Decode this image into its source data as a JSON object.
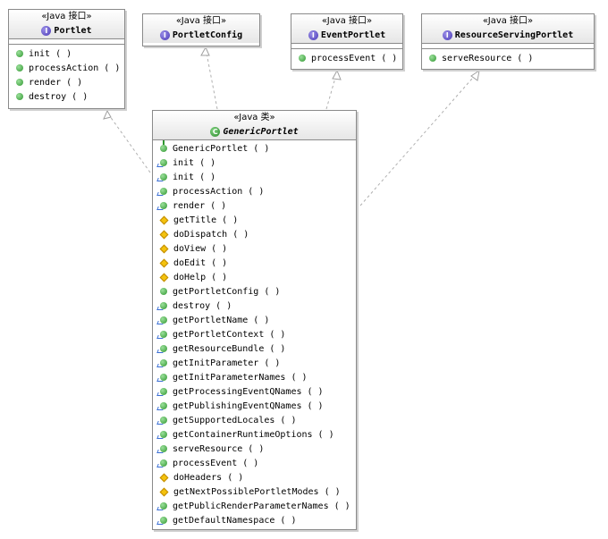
{
  "interfaces": [
    {
      "id": "portlet",
      "stereotype": "«Java 接口»",
      "name": "Portlet",
      "methods": [
        {
          "label": "init ( )",
          "vis": "public"
        },
        {
          "label": "processAction ( )",
          "vis": "public"
        },
        {
          "label": "render ( )",
          "vis": "public"
        },
        {
          "label": "destroy ( )",
          "vis": "public"
        }
      ]
    },
    {
      "id": "portletconfig",
      "stereotype": "«Java 接口»",
      "name": "PortletConfig",
      "methods": []
    },
    {
      "id": "eventportlet",
      "stereotype": "«Java 接口»",
      "name": "EventPortlet",
      "methods": [
        {
          "label": "processEvent ( )",
          "vis": "public"
        }
      ]
    },
    {
      "id": "resourceserving",
      "stereotype": "«Java 接口»",
      "name": "ResourceServingPortlet",
      "methods": [
        {
          "label": "serveResource ( )",
          "vis": "public"
        }
      ]
    }
  ],
  "main_class": {
    "stereotype": "«Java 类»",
    "name": "GenericPortlet",
    "methods": [
      {
        "label": "GenericPortlet ( )",
        "vis": "public",
        "ctor": true
      },
      {
        "label": "init ( )",
        "vis": "public",
        "override": true
      },
      {
        "label": "init ( )",
        "vis": "public",
        "override": true
      },
      {
        "label": "processAction ( )",
        "vis": "public",
        "override": true
      },
      {
        "label": "render ( )",
        "vis": "public",
        "override": true
      },
      {
        "label": "getTitle ( )",
        "vis": "protected"
      },
      {
        "label": "doDispatch ( )",
        "vis": "protected"
      },
      {
        "label": "doView ( )",
        "vis": "protected"
      },
      {
        "label": "doEdit ( )",
        "vis": "protected"
      },
      {
        "label": "doHelp ( )",
        "vis": "protected"
      },
      {
        "label": "getPortletConfig ( )",
        "vis": "public"
      },
      {
        "label": "destroy ( )",
        "vis": "public",
        "override": true
      },
      {
        "label": "getPortletName ( )",
        "vis": "public",
        "override": true
      },
      {
        "label": "getPortletContext ( )",
        "vis": "public",
        "override": true
      },
      {
        "label": "getResourceBundle ( )",
        "vis": "public",
        "override": true
      },
      {
        "label": "getInitParameter ( )",
        "vis": "public",
        "override": true
      },
      {
        "label": "getInitParameterNames ( )",
        "vis": "public",
        "override": true
      },
      {
        "label": "getProcessingEventQNames ( )",
        "vis": "public",
        "override": true
      },
      {
        "label": "getPublishingEventQNames ( )",
        "vis": "public",
        "override": true
      },
      {
        "label": "getSupportedLocales ( )",
        "vis": "public",
        "override": true
      },
      {
        "label": "getContainerRuntimeOptions ( )",
        "vis": "public",
        "override": true
      },
      {
        "label": "serveResource ( )",
        "vis": "public",
        "override": true
      },
      {
        "label": "processEvent ( )",
        "vis": "public",
        "override": true
      },
      {
        "label": "doHeaders ( )",
        "vis": "protected"
      },
      {
        "label": "getNextPossiblePortletModes ( )",
        "vis": "protected"
      },
      {
        "label": "getPublicRenderParameterNames ( )",
        "vis": "public",
        "override": true
      },
      {
        "label": "getDefaultNamespace ( )",
        "vis": "public",
        "override": true
      }
    ]
  },
  "colors": {
    "border": "#8a8a8a",
    "connector": "#b0b0b0",
    "public_icon": "#2f962f",
    "protected_icon": "#f4c20d",
    "interface_badge": "#4b3bb7",
    "class_badge": "#2c8a2c"
  }
}
